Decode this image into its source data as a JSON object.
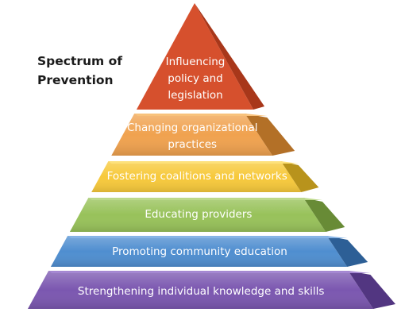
{
  "title": [
    "Spectrum of",
    "Prevention"
  ],
  "tiers": [
    {
      "lines": [
        "Influencing",
        "policy and",
        "legislation"
      ],
      "front": "#d6502d",
      "side": "#a8371a",
      "top": "#e8714d"
    },
    {
      "lines": [
        "Changing organizational",
        "practices"
      ],
      "front": "#f0a24f",
      "side": "#b37027",
      "top": "#f8c27c"
    },
    {
      "lines": [
        "Fostering coalitions and networks"
      ],
      "front": "#f7c93b",
      "side": "#b8931c",
      "top": "#fde17b"
    },
    {
      "lines": [
        "Educating providers"
      ],
      "front": "#98c25a",
      "side": "#688b36",
      "top": "#bdd98b"
    },
    {
      "lines": [
        "Promoting community education"
      ],
      "front": "#4f8ed0",
      "side": "#2d5f96",
      "top": "#86b4e6"
    },
    {
      "lines": [
        "Strengthening individual knowledge and skills"
      ],
      "front": "#7b57b0",
      "side": "#523681",
      "top": "#a588d2"
    }
  ]
}
